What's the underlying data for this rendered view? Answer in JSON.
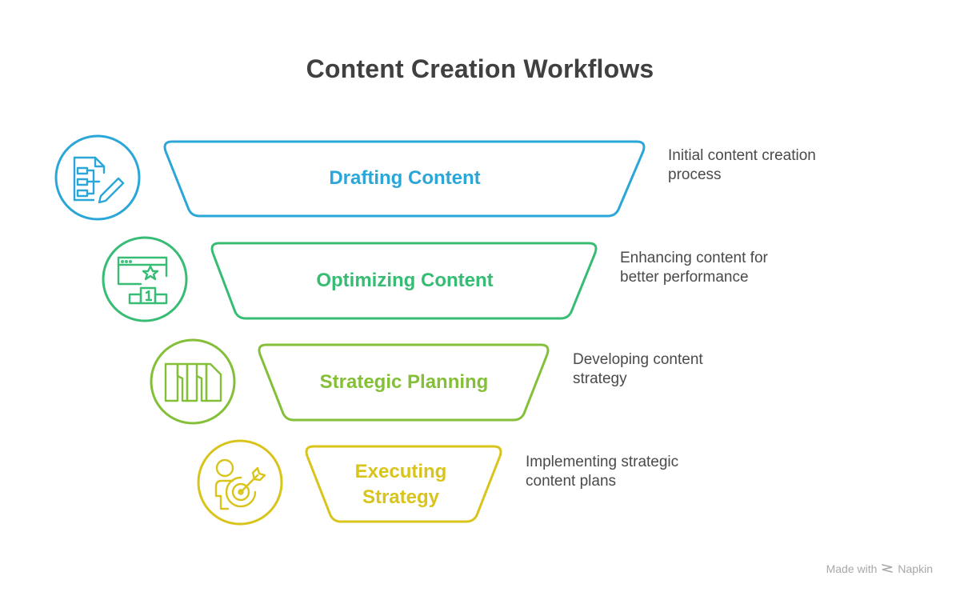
{
  "title": "Content Creation Workflows",
  "stages": [
    {
      "label": "Drafting Content",
      "description": "Initial content creation process",
      "icon": "document-flowchart-pencil-icon",
      "color": "#2aa7d8"
    },
    {
      "label": "Optimizing Content",
      "description": "Enhancing content for better performance",
      "icon": "browser-star-podium-icon",
      "color": "#37bc74"
    },
    {
      "label": "Strategic Planning",
      "description": "Developing content strategy",
      "icon": "book-stack-icon",
      "color": "#84bf38"
    },
    {
      "label": "Executing Strategy",
      "description": "Implementing strategic content plans",
      "icon": "person-target-icon",
      "color": "#d8c41a"
    }
  ],
  "footer": {
    "made_with": "Made with",
    "brand": "Napkin"
  }
}
